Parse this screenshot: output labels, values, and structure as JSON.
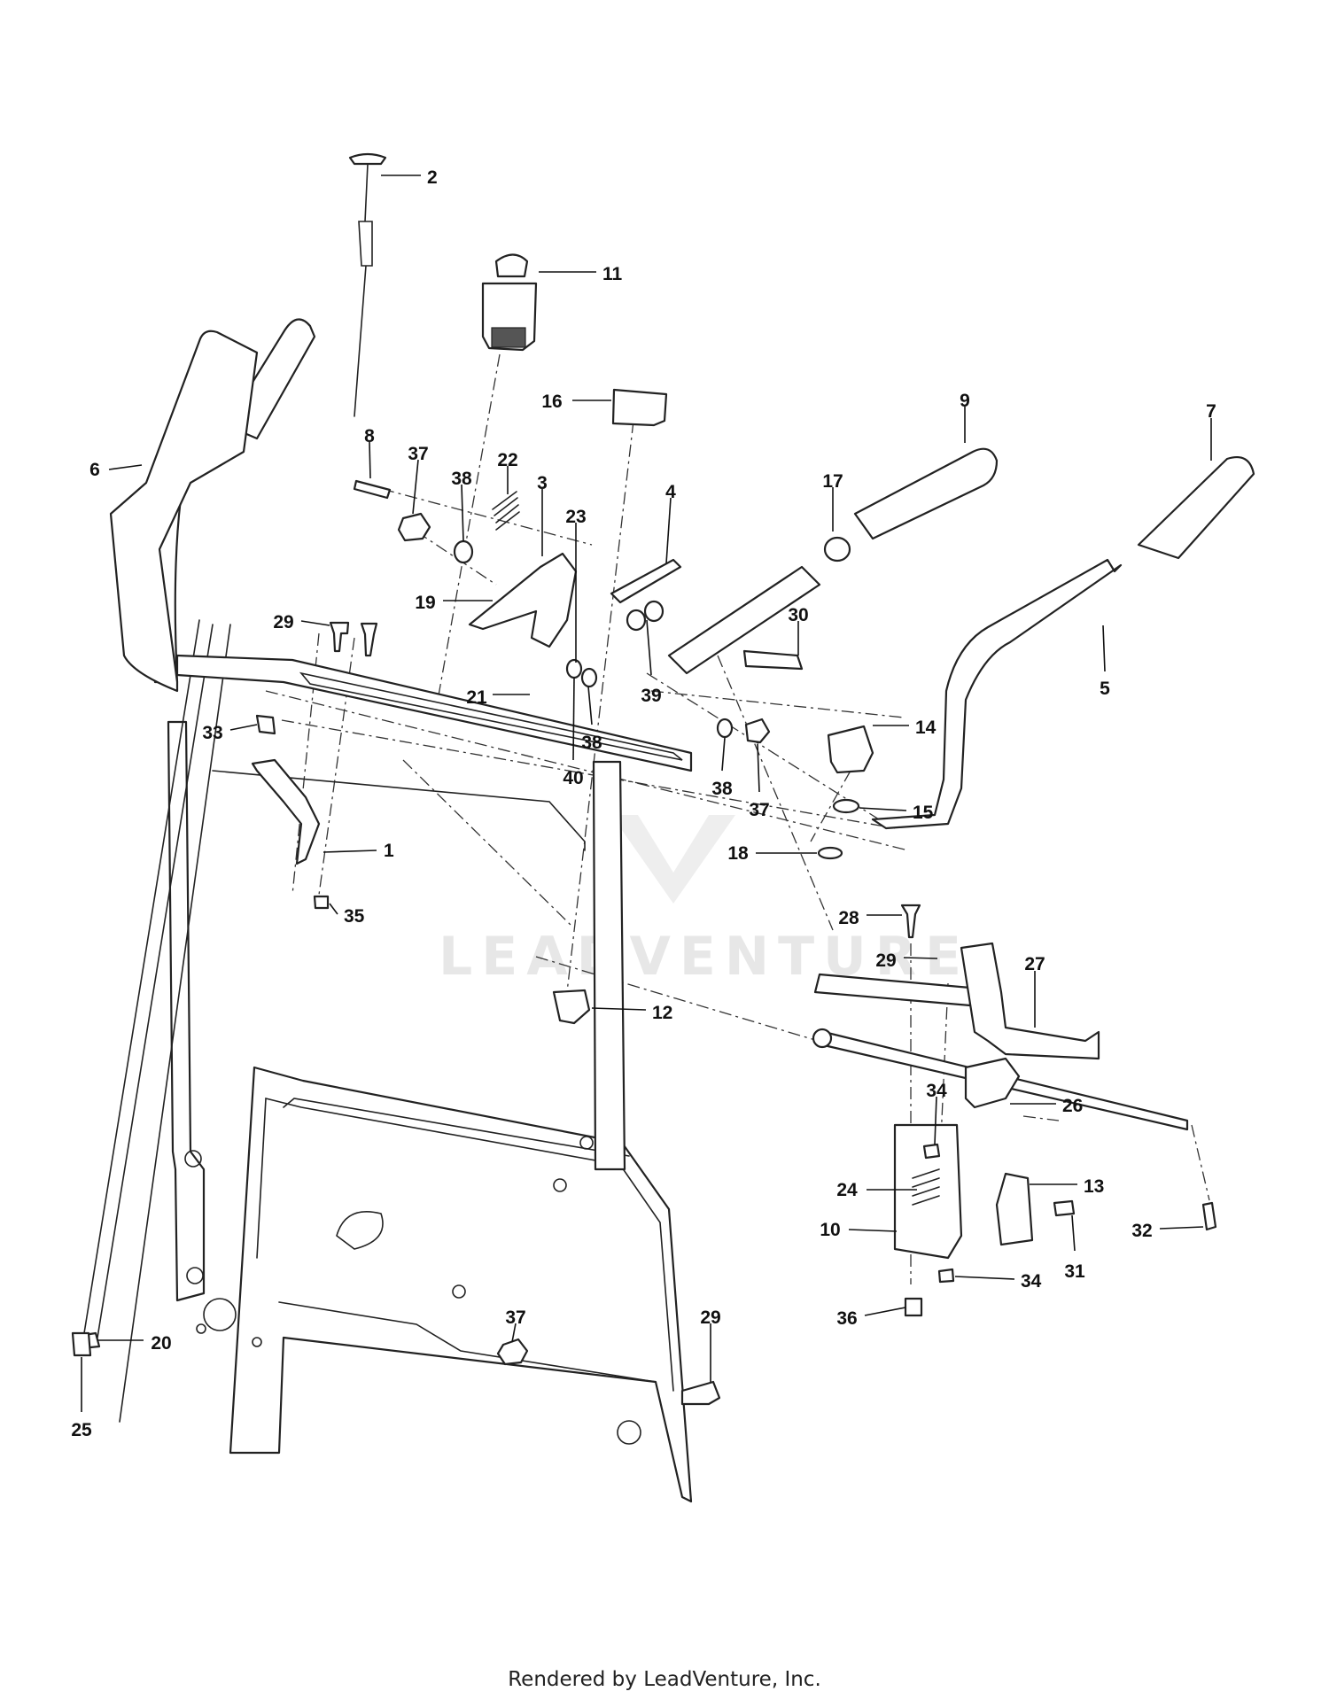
{
  "footer": "Rendered by LeadVenture, Inc.",
  "watermark": "LEADVENTURE",
  "callouts": [
    "1",
    "2",
    "3",
    "4",
    "5",
    "6",
    "7",
    "8",
    "9",
    "10",
    "11",
    "12",
    "13",
    "14",
    "15",
    "16",
    "17",
    "18",
    "19",
    "20",
    "21",
    "22",
    "23",
    "24",
    "25",
    "26",
    "27",
    "28",
    "29",
    "29",
    "29",
    "29",
    "30",
    "31",
    "32",
    "33",
    "34",
    "34",
    "35",
    "36",
    "37",
    "37",
    "37",
    "37",
    "38",
    "38",
    "38",
    "39",
    "40"
  ]
}
